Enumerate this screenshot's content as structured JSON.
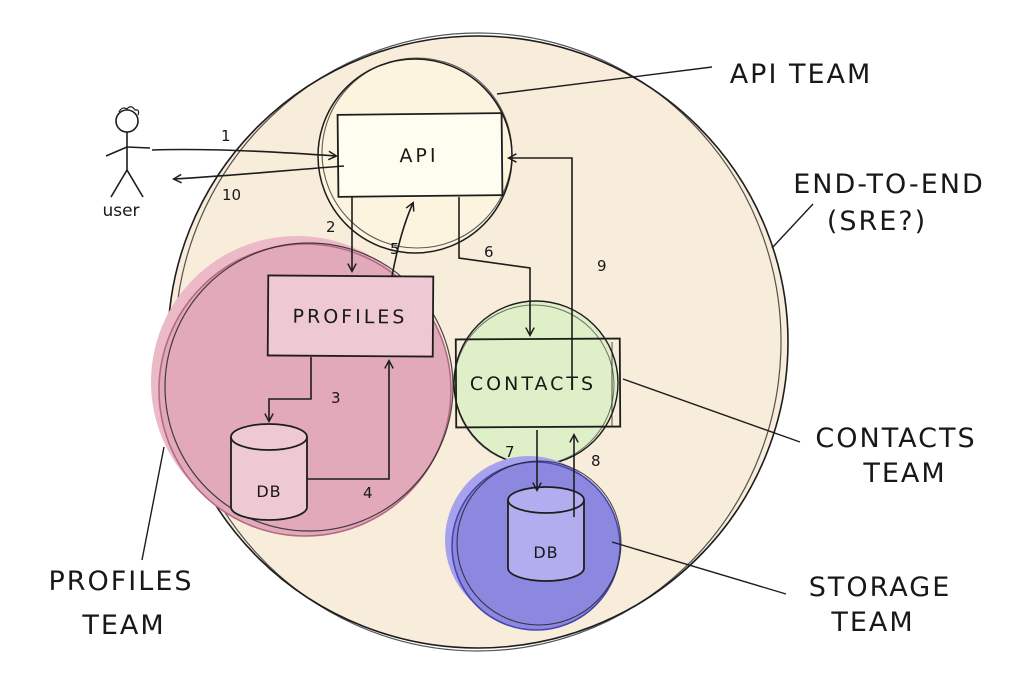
{
  "colors": {
    "end_to_end_fill": "#f8ecdb",
    "api_circle_fill": "#fcf4df",
    "api_box_fill": "#fffcf0",
    "profiles_halo_fill": "#ecbac7",
    "profiles_circle_fill": "#e1a9ba",
    "profiles_box_fill": "#eec9d3",
    "profiles_db_fill": "#eec9d3",
    "contacts_circle_fill": "#dfefc8",
    "storage_halo_fill": "#a6a2ec",
    "storage_circle_fill": "#8c88e0",
    "storage_db_fill": "#b2adee",
    "stroke": "#1d1d1d"
  },
  "nodes": {
    "api": "API",
    "profiles": "PROFILES",
    "contacts": "CONTACTS",
    "profiles_db": "DB",
    "storage_db": "DB"
  },
  "actor": {
    "label": "user"
  },
  "team_labels": {
    "api_team": "API TEAM",
    "end_to_end_line1": "END-TO-END",
    "end_to_end_line2": "(SRE?)",
    "contacts_line1": "CONTACTS",
    "contacts_line2": "TEAM",
    "storage_line1": "STORAGE",
    "storage_line2": "TEAM",
    "profiles_line1": "PROFILES",
    "profiles_line2": "TEAM"
  },
  "flow_numbers": {
    "n1": "1",
    "n2": "2",
    "n3": "3",
    "n4": "4",
    "n5": "5",
    "n6": "6",
    "n7": "7",
    "n8": "8",
    "n9": "9",
    "n10": "10"
  }
}
